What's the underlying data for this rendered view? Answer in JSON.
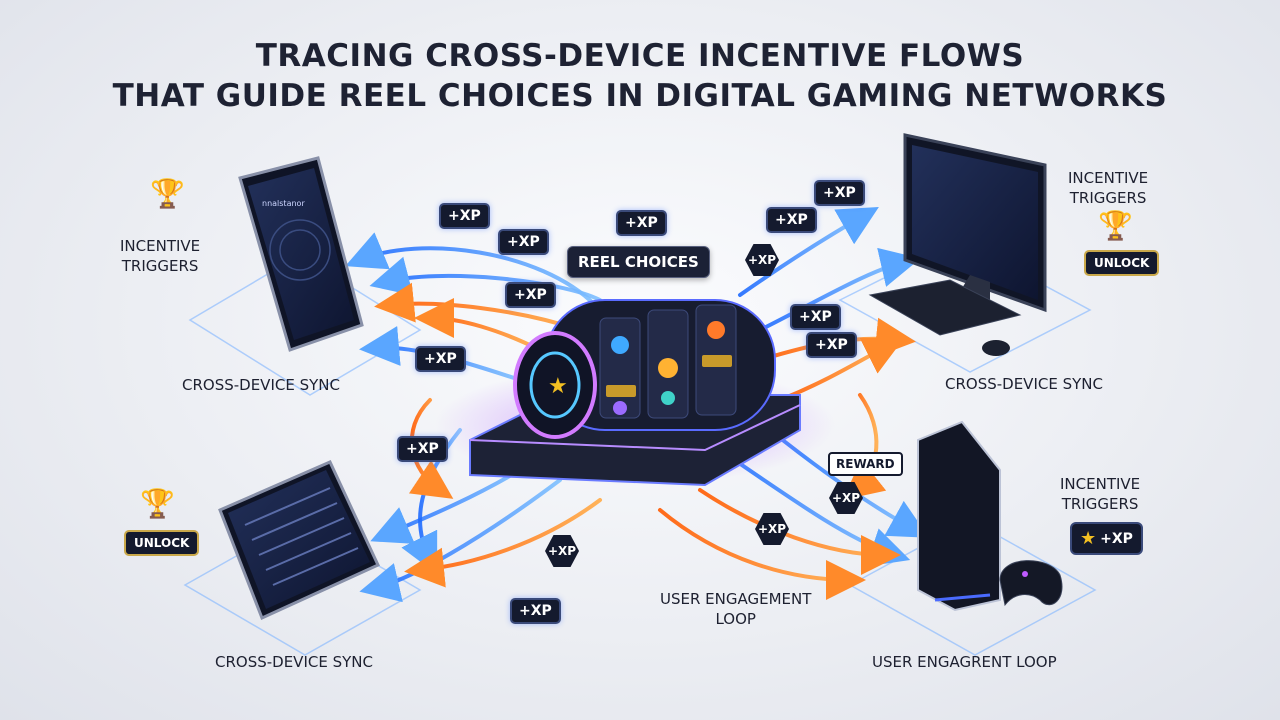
{
  "title": {
    "line1": "TRACING CROSS-DEVICE INCENTIVE FLOWS",
    "line2": "THAT GUIDE REEL CHOICES IN DIGITAL GAMING NETWORKS"
  },
  "labels": {
    "incentive_triggers_left": [
      "INCENTIVE",
      "TRIGGERS"
    ],
    "incentive_triggers_right": [
      "INCENTIVE",
      "TRIGGERS"
    ],
    "incentive_triggers_bottom_right": [
      "INCENTIVE",
      "TRIGGERS"
    ],
    "sync_top_left": "CROSS-DEVICE SYNC",
    "sync_top_right": "CROSS-DEVICE SYNC",
    "sync_bottom_left": "CROSS-DEVICE SYNC",
    "engagement_center": [
      "USER ENGAGEMENT",
      "LOOP"
    ],
    "engagement_bottom_right": "USER ENGAGRENT LOOP",
    "reel_choices": "REEL CHOICES",
    "reward": "REWARD"
  },
  "badges": {
    "xp": "+XP",
    "unlock": "UNLOCK",
    "star_xp": "+XP"
  },
  "devices": {
    "phone_app_name": "nnalstanor"
  },
  "colors": {
    "blue_flow": "#3d8bff",
    "orange_flow": "#ff8a2a",
    "badge_bg": "#141a2e",
    "title": "#1e2233"
  }
}
